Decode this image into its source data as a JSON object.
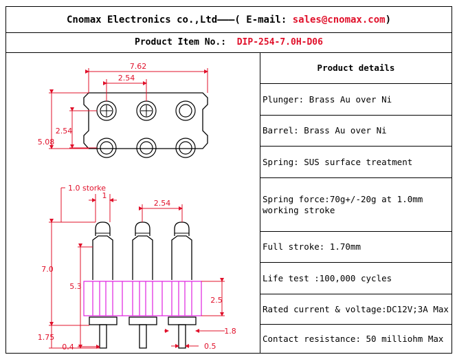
{
  "header": {
    "company": "Cnomax Electronics co.,Ltd———( E-mail: ",
    "email": "sales@cnomax.com",
    "close": ")"
  },
  "product": {
    "label": "Product Item No.:  ",
    "item_no": "DIP-254-7.0H-D06"
  },
  "details": {
    "title": "Product details",
    "rows": [
      "Plunger: Brass Au over Ni",
      "Barrel: Brass Au over Ni",
      "Spring: SUS surface treatment",
      "Spring force:70g+/-20g at 1.0mm working stroke",
      "Full stroke: 1.70mm",
      "Life test :100,000 cycles",
      "Rated current & voltage:DC12V;3A Max",
      "Contact resistance: 50 milliohm Max"
    ]
  },
  "drawing": {
    "dim_width": "7.62",
    "dim_pitch": "2.54",
    "dim_row_pitch": "2.54",
    "dim_height": "5.08",
    "stroke_label": "1.0 storke",
    "dim_tip": "1",
    "dim_pitch_side": "2.54",
    "dim_total": "7.0",
    "dim_body": "5.3",
    "dim_insulator": "2.5",
    "dim_tail": "1.75",
    "dim_tail_offset": "0.4",
    "dim_tail_dia": "1.8",
    "dim_tail_pin": "0.5",
    "colors": {
      "dimension": "#e0102a",
      "insulator": "#e020e0",
      "line": "#000000"
    }
  }
}
